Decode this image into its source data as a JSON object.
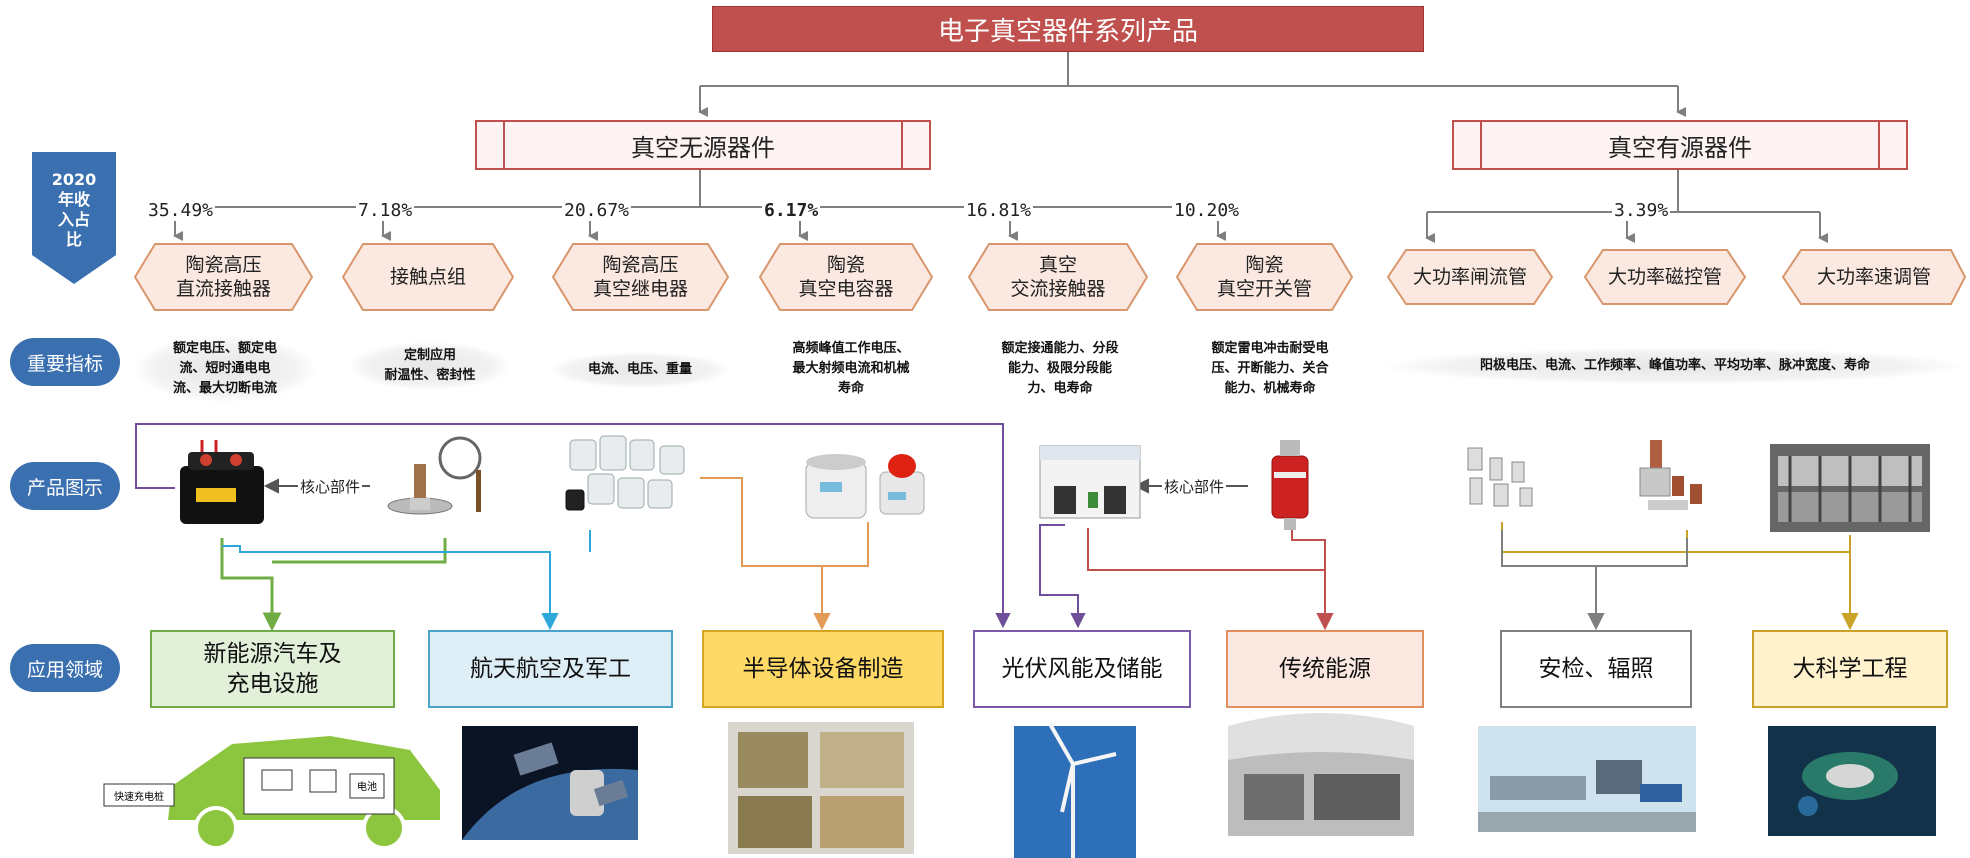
{
  "title": "电子真空器件系列产品",
  "groups": {
    "passive": "真空无源器件",
    "active": "真空有源器件"
  },
  "row_labels": {
    "year_flag": [
      "2020",
      "年收",
      "入占",
      "比"
    ],
    "metrics": "重要指标",
    "product_images": "产品图示",
    "applications": "应用领域"
  },
  "percentages": [
    "35.49%",
    "7.18%",
    "20.67%",
    "6.17%",
    "16.81%",
    "10.20%",
    "3.39%"
  ],
  "products": [
    {
      "lines": [
        "陶瓷高压",
        "直流接触器"
      ]
    },
    {
      "lines": [
        "接触点组"
      ]
    },
    {
      "lines": [
        "陶瓷高压",
        "真空继电器"
      ]
    },
    {
      "lines": [
        "陶瓷",
        "真空电容器"
      ]
    },
    {
      "lines": [
        "真空",
        "交流接触器"
      ]
    },
    {
      "lines": [
        "陶瓷",
        "真空开关管"
      ]
    },
    {
      "lines": [
        "大功率闸流管"
      ]
    },
    {
      "lines": [
        "大功率磁控管"
      ]
    },
    {
      "lines": [
        "大功率速调管"
      ]
    }
  ],
  "metrics": [
    {
      "lines": [
        "额定电压、额定电",
        "流、短时通电电",
        "流、最大切断电流"
      ]
    },
    {
      "lines": [
        "定制应用",
        "耐温性、密封性"
      ]
    },
    {
      "lines": [
        "电流、电压、重量"
      ]
    },
    {
      "lines": [
        "高频峰值工作电压、",
        "最大射频电流和机械",
        "寿命"
      ]
    },
    {
      "lines": [
        "额定接通能力、分段",
        "能力、极限分段能",
        "力、电寿命"
      ]
    },
    {
      "lines": [
        "额定雷电冲击耐受电",
        "压、开断能力、关合",
        "能力、机械寿命"
      ]
    },
    {
      "lines": [
        "阳极电压、电流、工作频率、峰值功率、平均功率、脉冲宽度、寿命"
      ]
    }
  ],
  "core_component_label": "核心部件",
  "applications": [
    {
      "lines": [
        "新能源汽车及",
        "充电设施"
      ],
      "fill": "#e2efd9",
      "border": "#70ad47"
    },
    {
      "lines": [
        "航天航空及军工"
      ],
      "fill": "#ddeef6",
      "border": "#4aa3c8"
    },
    {
      "lines": [
        "半导体设备制造"
      ],
      "fill": "#ffd966",
      "border": "#d6a520"
    },
    {
      "lines": [
        "光伏风能及储能"
      ],
      "fill": "#ffffff",
      "border": "#7a5aa6"
    },
    {
      "lines": [
        "传统能源"
      ],
      "fill": "#fbe9e1",
      "border": "#e09060"
    },
    {
      "lines": [
        "安检、辐照"
      ],
      "fill": "#ffffff",
      "border": "#7f7f7f"
    },
    {
      "lines": [
        "大科学工程"
      ],
      "fill": "#fff2cc",
      "border": "#c9a227"
    }
  ],
  "scene_labels": {
    "car_charger": "快速充电桩",
    "car_battery": "电池"
  },
  "colors": {
    "brand_red": "#c0504d",
    "label_blue": "#3a6fb0",
    "hex_fill": "#fbe9e1",
    "hex_border": "#d9956b",
    "line_gray": "#7f7f7f",
    "line_green": "#70ad47",
    "line_cyan": "#2ea8d8",
    "line_orange": "#e49b55",
    "line_purple": "#6f4f9a",
    "line_red": "#c0504d",
    "line_gold": "#c9a227"
  }
}
